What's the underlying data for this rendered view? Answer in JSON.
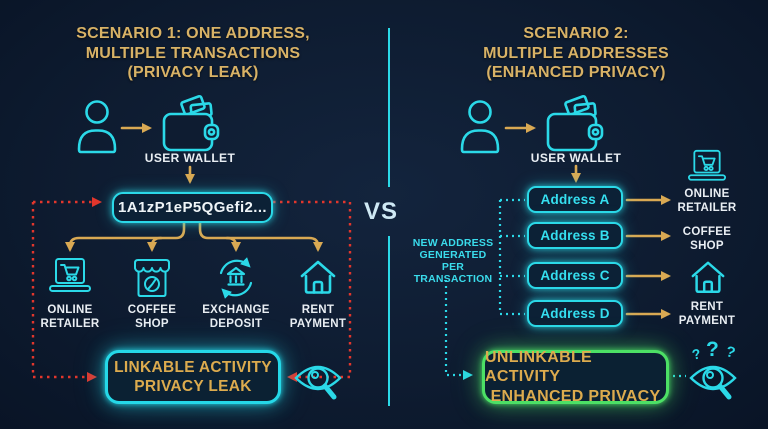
{
  "colors": {
    "background": "#0e1c31",
    "accent_cyan": "#2bd9e8",
    "accent_gold": "#d8b266",
    "alert_red": "#e2362c",
    "success_green": "#4ce065",
    "text_white": "#e9eef3"
  },
  "divider": {
    "vs_label": "VS"
  },
  "scenario1": {
    "title_lines": [
      "SCENARIO 1: ONE ADDRESS,",
      "MULTIPLE TRANSACTIONS",
      "(PRIVACY LEAK)"
    ],
    "user_wallet_label": "USER WALLET",
    "address": "1A1zP1eP5QGefi2...",
    "destinations": [
      {
        "label": "ONLINE RETAILER",
        "icon": "cart-laptop-icon"
      },
      {
        "label": "COFFEE SHOP",
        "icon": "storefront-coffee-icon"
      },
      {
        "label": "EXCHANGE DEPOSIT",
        "icon": "exchange-bank-icon"
      },
      {
        "label": "RENT PAYMENT",
        "icon": "house-icon"
      }
    ],
    "result_lines": [
      "LINKABLE ACTIVITY",
      "PRIVACY LEAK"
    ],
    "observer_icon": "eye-magnifier-icon"
  },
  "scenario2": {
    "title_lines": [
      "SCENARIO 2:",
      "MULTIPLE ADDRESSES",
      "(ENHANCED PRIVACY)"
    ],
    "user_wallet_label": "USER WALLET",
    "addresses": [
      "Address A",
      "Address B",
      "Address C",
      "Address D"
    ],
    "note_lines": [
      "NEW ADDRESS",
      "GENERATED PER",
      "TRANSACTION"
    ],
    "destinations": [
      {
        "label": "ONLINE RETAILER",
        "icon": "cart-laptop-icon"
      },
      {
        "label": "COFFEE SHOP"
      },
      {
        "icon": "house-icon"
      },
      {
        "label": "RENT PAYMENT"
      }
    ],
    "result_lines": [
      "UNLINKABLE ACTIVITY",
      "ENHANCED PRIVACY"
    ],
    "observer_icon": "eye-magnifier-icon",
    "observer_marks": [
      "?",
      "?",
      "?"
    ]
  }
}
